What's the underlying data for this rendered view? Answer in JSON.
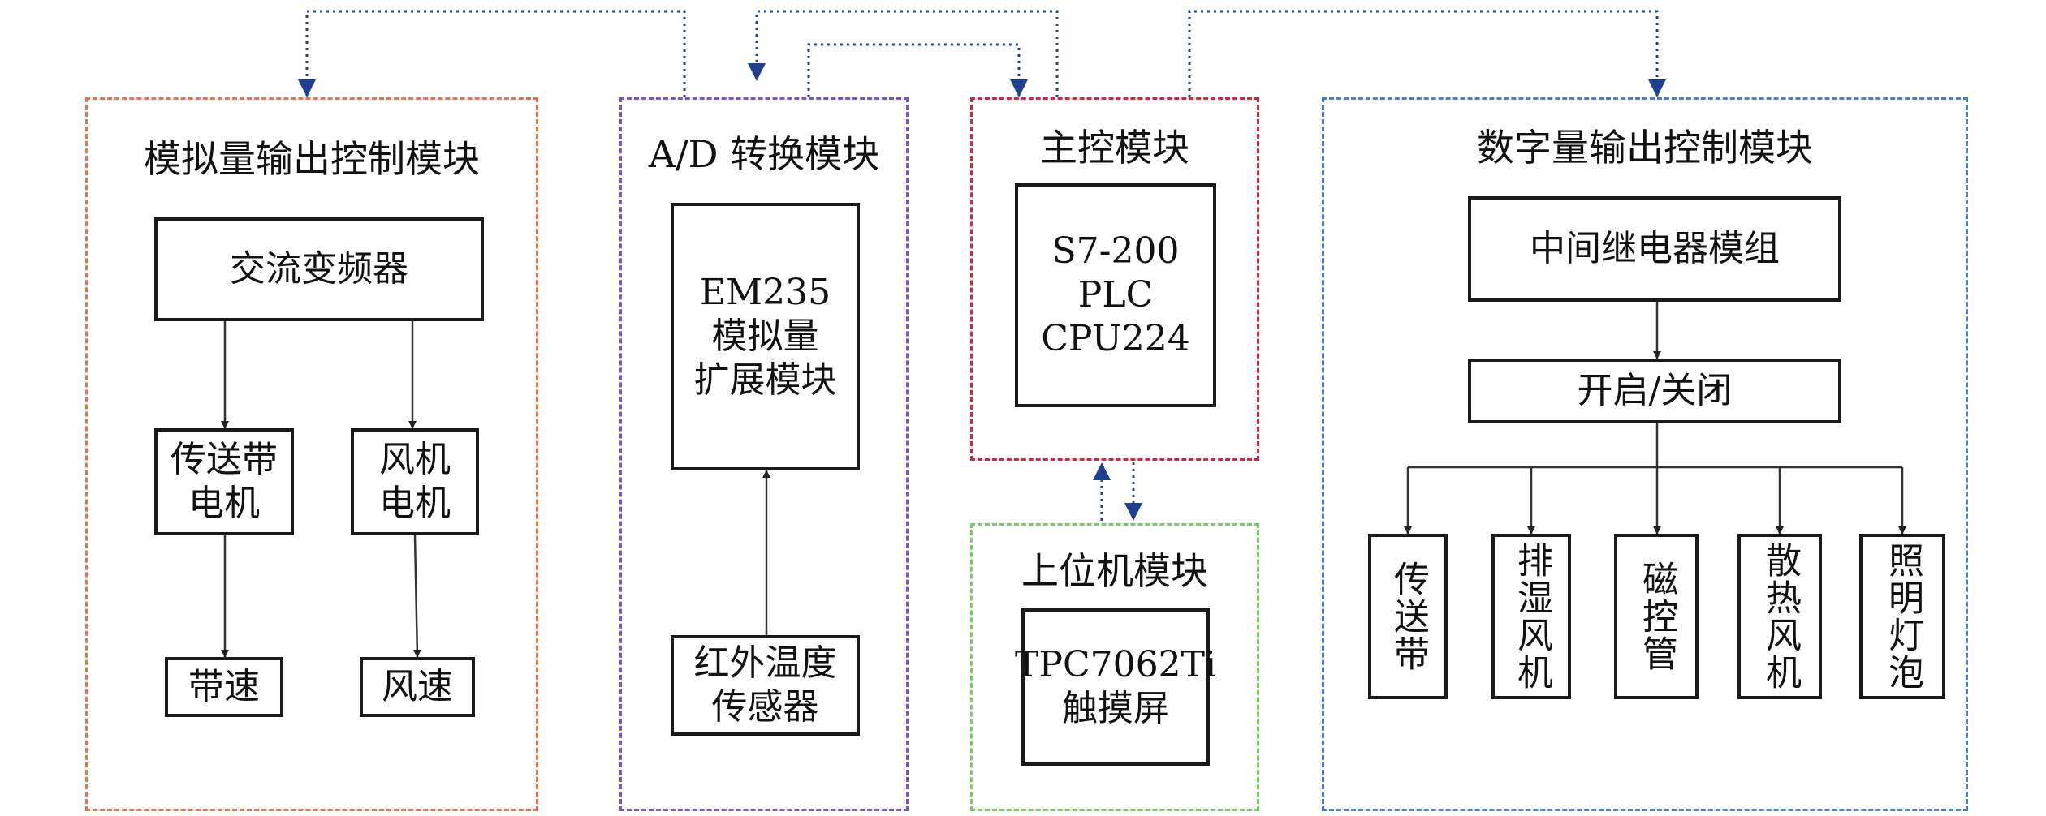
{
  "modules": {
    "analog": {
      "title": "模拟量输出控制模块",
      "color": "#e8754a"
    },
    "ad": {
      "title": "A/D 转换模块",
      "color": "#7b52d6"
    },
    "main": {
      "title": "主控模块",
      "color": "#d9263d"
    },
    "host": {
      "title": "上位机模块",
      "color": "#72d35b"
    },
    "digital": {
      "title": "数字量输出控制模块",
      "color": "#4a7ed4"
    }
  },
  "boxes": {
    "inverter": "交流变频器",
    "conveyor_motor": "传送带\n电机",
    "fan_motor": "风机\n电机",
    "belt_speed": "带速",
    "wind_speed": "风速",
    "em235": "EM235\n模拟量\n扩展模块",
    "ir_sensor": "红外温度\n传感器",
    "plc": "S7-200 PLC\nCPU224",
    "touchscreen": "TPC7062Ti\n触摸屏",
    "relay": "中间继电器模组",
    "onoff": "开启/关闭",
    "out_conveyor": "传送带",
    "out_dehumid_fan": "排湿风机",
    "out_magnetron": "磁控管",
    "out_cooling_fan": "散热风机",
    "out_lamp": "照明灯泡"
  },
  "colors": {
    "solid_line": "#333333",
    "dotted_line": "#1f3f8f"
  }
}
